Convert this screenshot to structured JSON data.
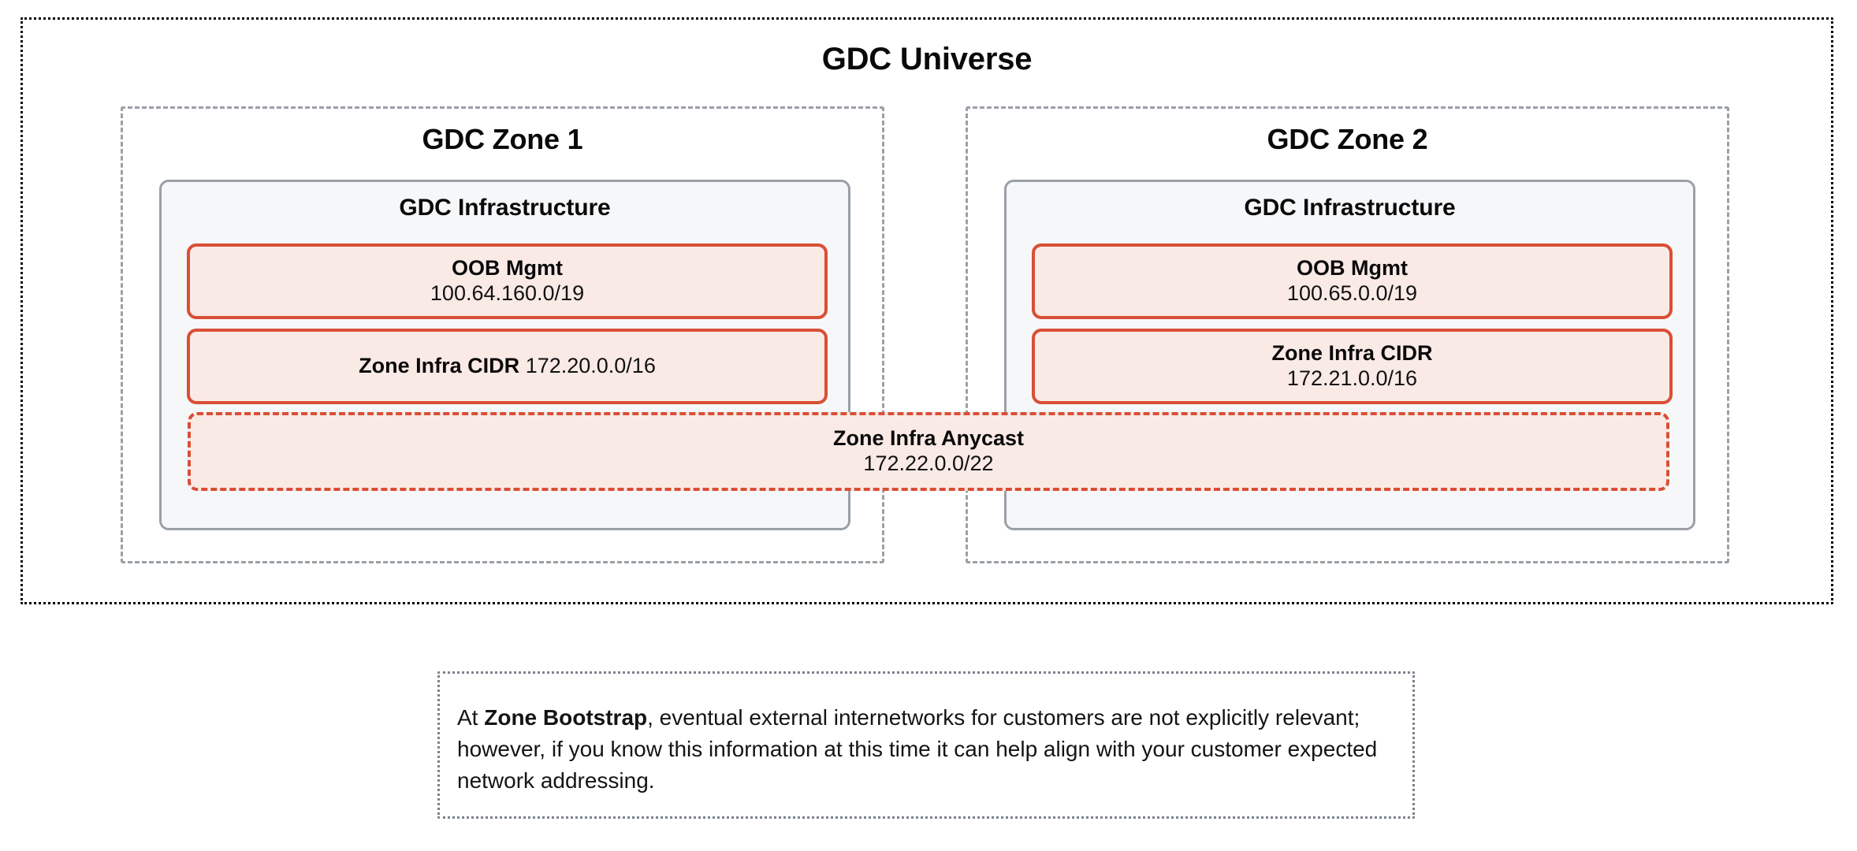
{
  "universe": {
    "title": "GDC Universe",
    "zones": [
      {
        "title": "GDC Zone 1",
        "infra": {
          "title": "GDC Infrastructure",
          "blocks": [
            {
              "label": "OOB Mgmt",
              "value": "100.64.160.0/19",
              "layout": "stacked"
            },
            {
              "label": "Zone Infra CIDR",
              "value": "172.20.0.0/16",
              "layout": "inline"
            }
          ]
        }
      },
      {
        "title": "GDC Zone 2",
        "infra": {
          "title": "GDC Infrastructure",
          "blocks": [
            {
              "label": "OOB Mgmt",
              "value": "100.65.0.0/19",
              "layout": "stacked"
            },
            {
              "label": "Zone Infra CIDR",
              "value": "172.21.0.0/16",
              "layout": "stacked"
            }
          ]
        }
      }
    ],
    "anycast": {
      "label": "Zone Infra Anycast",
      "value": "172.22.0.0/22"
    }
  },
  "note": {
    "lead": "At ",
    "bold": "Zone Bootstrap",
    "rest": ", eventual external internetworks for customers are not explicitly relevant; however, if you know this information at this time it can help align with your customer expected network addressing."
  },
  "colors": {
    "cidr_border": "#d94f35",
    "cidr_fill": "#faeae6",
    "infra_border": "#9aa0a6",
    "infra_fill": "#f5f7f9",
    "zone_border": "#9aa0a6",
    "universe_border": "#000000",
    "note_border": "#7b828c"
  }
}
